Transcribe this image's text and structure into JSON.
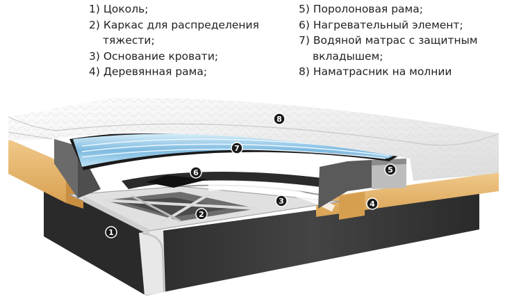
{
  "legend": {
    "left": [
      {
        "number": 1,
        "text": "1) Цоколь;"
      },
      {
        "number": 2,
        "text": "2) Каркас для распределения",
        "cont": "тяжести;"
      },
      {
        "number": 3,
        "text": "3) Основание кровати;"
      },
      {
        "number": 4,
        "text": "4) Деревянная рама;"
      }
    ],
    "right": [
      {
        "number": 5,
        "text": "5) Поролоновая рама;"
      },
      {
        "number": 6,
        "text": "6) Нагревательный элемент;"
      },
      {
        "number": 7,
        "text": "7) Водяной матрас с защитным",
        "cont": "вкладышем;"
      },
      {
        "number": 8,
        "text": "8) Наматрасник на молнии"
      }
    ]
  },
  "badges": [
    {
      "label": "1"
    },
    {
      "label": "2"
    },
    {
      "label": "3"
    },
    {
      "label": "4"
    },
    {
      "label": "5"
    },
    {
      "label": "6"
    },
    {
      "label": "7"
    },
    {
      "label": "8"
    }
  ],
  "colors": {
    "plinth": "#3a3a3a",
    "wood": "#e6b56a",
    "water": "#8fc4e4",
    "foam": "#5a5a5a",
    "mattress_top": "#f2f2f2",
    "badge": "#1a1a1a"
  }
}
